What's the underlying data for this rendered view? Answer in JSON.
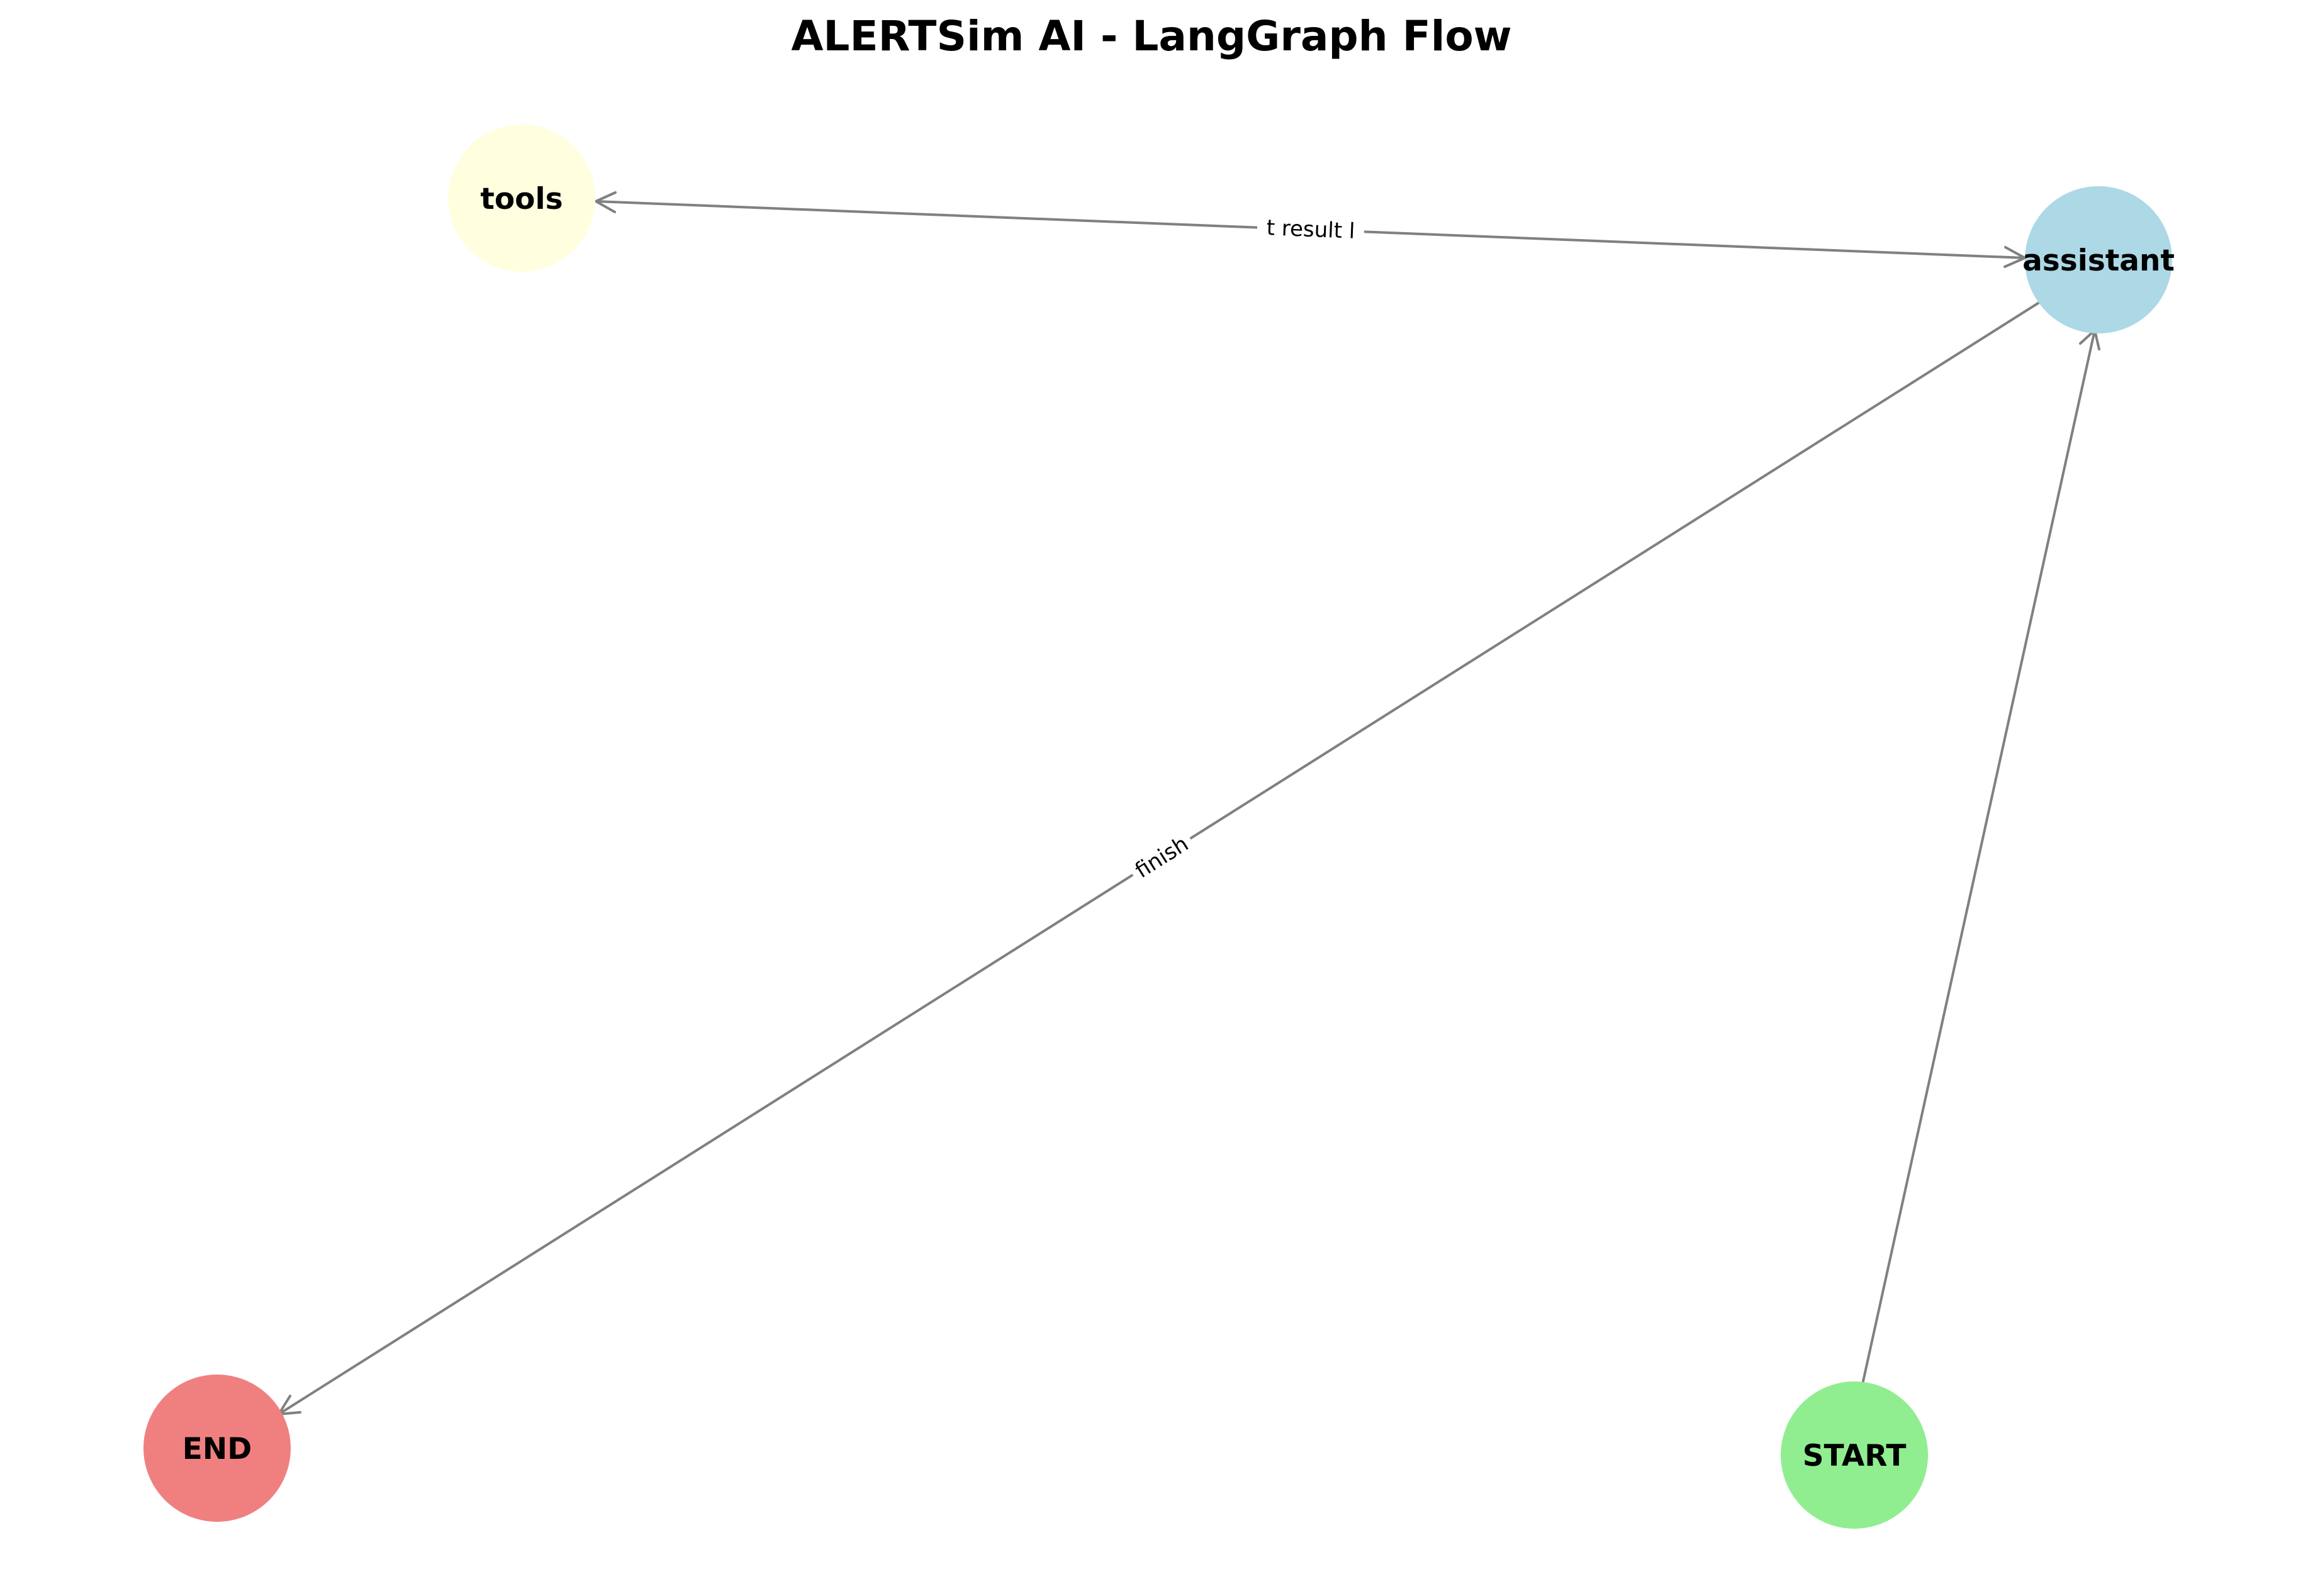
{
  "title": "ALERTSim AI - LangGraph Flow",
  "nodes": {
    "tools": {
      "label": "tools",
      "color": "#FFFFE0"
    },
    "assistant": {
      "label": "assistant",
      "color": "#ADD8E6"
    },
    "end": {
      "label": "END",
      "color": "#F08080"
    },
    "start": {
      "label": "START",
      "color": "#90EE90"
    }
  },
  "edges": [
    {
      "from": "start",
      "to": "assistant",
      "label": ""
    },
    {
      "from": "assistant",
      "to": "tools",
      "label": "t result l"
    },
    {
      "from": "tools",
      "to": "assistant",
      "label": ""
    },
    {
      "from": "assistant",
      "to": "end",
      "label": "finish"
    }
  ],
  "edge_color": "#808080"
}
